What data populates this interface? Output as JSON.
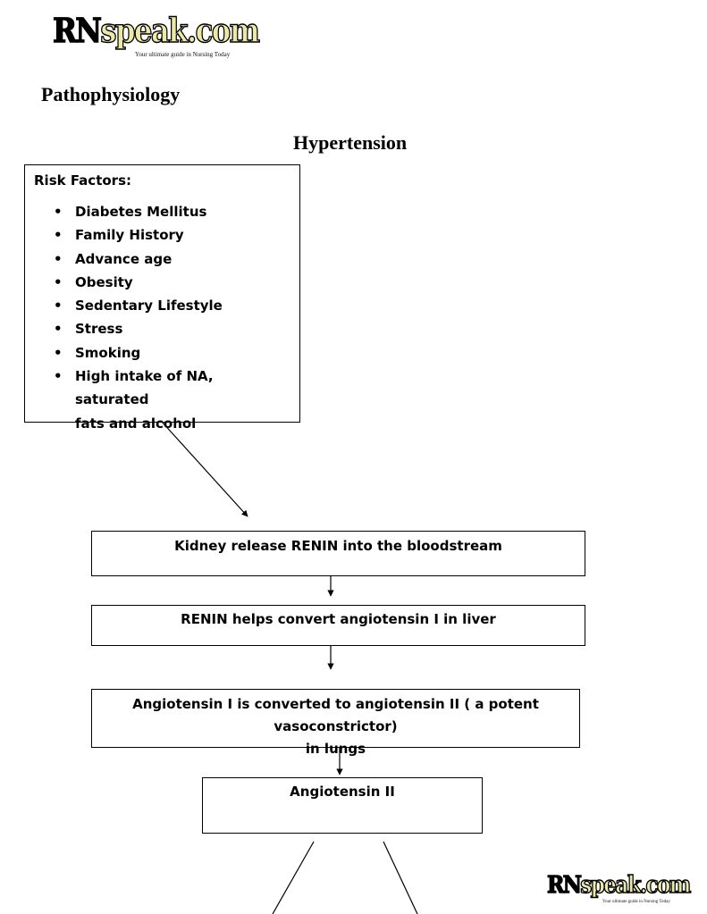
{
  "logo": {
    "part1": "RN",
    "part2": "speak.com",
    "tagline": "Your ultimate guide in Nursing Today"
  },
  "section_title": "Pathophysiology",
  "main_title": "Hypertension",
  "risk_factors": {
    "heading": "Risk Factors:",
    "items": [
      "Diabetes Mellitus",
      "Family History",
      "Advance age",
      "Obesity",
      "Sedentary Lifestyle",
      "Stress",
      "Smoking",
      "High intake of NA, saturated",
      "fats and alcohol"
    ]
  },
  "flow": {
    "step1": "Kidney release RENIN into the bloodstream",
    "step2": "RENIN helps convert angiotensin I in liver",
    "step3_line1": "Angiotensin I is converted to angiotensin II ( a potent vasoconstrictor)",
    "step3_line2": "in lungs",
    "step4": "Angiotensin II"
  }
}
